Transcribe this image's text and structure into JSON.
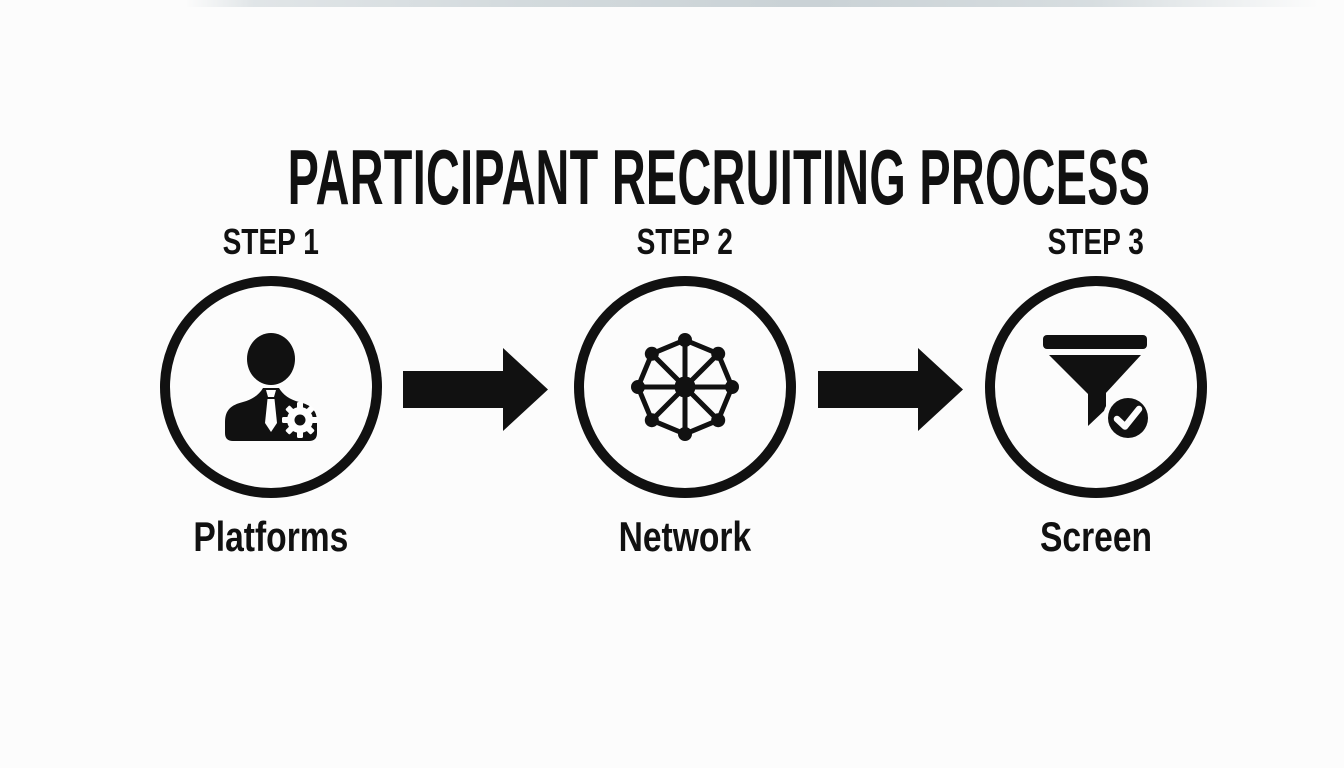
{
  "title": "PARTICIPANT RECRUITING PROCESS",
  "steps": [
    {
      "step_label": "STEP 1",
      "caption": "Platforms",
      "icon": "businessman-gear-icon"
    },
    {
      "step_label": "STEP 2",
      "caption": "Network",
      "icon": "network-icon"
    },
    {
      "step_label": "STEP 3",
      "caption": "Screen",
      "icon": "funnel-check-icon"
    }
  ],
  "arrows": [
    {
      "icon": "arrow-right-icon"
    },
    {
      "icon": "arrow-right-icon"
    }
  ],
  "colors": {
    "ink": "#111111",
    "bg": "#fcfcfc"
  }
}
